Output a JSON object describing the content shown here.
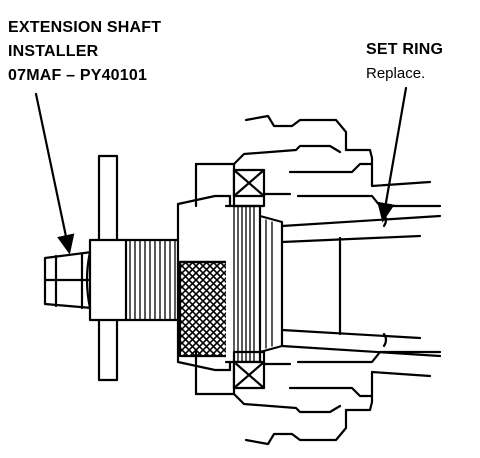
{
  "tool_label": {
    "line1": "EXTENSION SHAFT",
    "line2": "INSTALLER",
    "line3": "07MAF – PY40101"
  },
  "part_label": {
    "name": "SET RING",
    "note": "Replace."
  },
  "colors": {
    "ink": "#000000",
    "paper": "#ffffff"
  }
}
